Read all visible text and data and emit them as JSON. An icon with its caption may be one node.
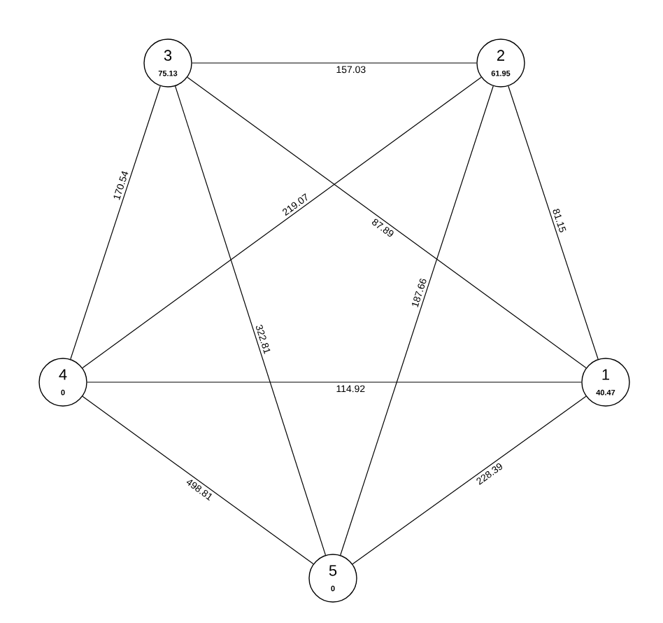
{
  "diagram": {
    "nodes": [
      {
        "text": [
          "3",
          "75.13"
        ]
      },
      {
        "text": [
          "2",
          "61.95"
        ]
      },
      {
        "text": [
          "4",
          "0"
        ]
      },
      {
        "text": [
          "1",
          "40.47"
        ]
      },
      {
        "text": [
          "5",
          "0"
        ]
      }
    ],
    "edges": [
      {
        "from": 0,
        "to": 1,
        "arrow": "none",
        "label": "157.03"
      },
      {
        "from": 0,
        "to": 2,
        "arrow": "none",
        "label": "170.54"
      },
      {
        "from": 0,
        "to": 4,
        "arrow": "none",
        "label": "322.81"
      },
      {
        "from": 0,
        "to": 3,
        "arrow": "none",
        "label": "87.89"
      },
      {
        "from": 1,
        "to": 2,
        "arrow": "none",
        "label": "219.07"
      },
      {
        "from": 1,
        "to": 4,
        "arrow": "none",
        "label": "187.66"
      },
      {
        "from": 1,
        "to": 3,
        "arrow": "none",
        "label": "81.15"
      },
      {
        "from": 2,
        "to": 3,
        "arrow": "none",
        "label": "114.92"
      },
      {
        "from": 2,
        "to": 4,
        "arrow": "none",
        "label": "498.81"
      },
      {
        "from": 3,
        "to": 4,
        "arrow": "none",
        "label": "228.39"
      }
    ]
  }
}
